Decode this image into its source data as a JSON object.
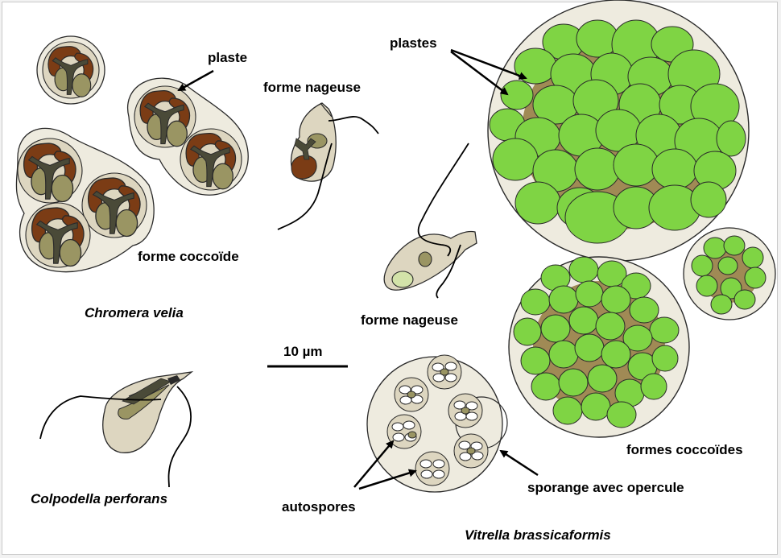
{
  "labels": {
    "plaste": "plaste",
    "forme_nageuse_1": "forme nageuse",
    "forme_coccoide": "forme coccoïde",
    "chromera": "Chromera velia",
    "plastes": "plastes",
    "forme_nageuse_2": "forme nageuse",
    "scale": "10 µm",
    "colpodella": "Colpodella perforans",
    "autospores": "autospores",
    "sporange": "sporange avec opercule",
    "formes_coccoides": "formes coccoïdes",
    "vitrella": "Vitrella brassicaformis"
  },
  "colors": {
    "cell_wall": "#eeebdf",
    "cell_body": "#ddd6c0",
    "brown_plastid": "#7b3c15",
    "olive_nucleus": "#9a9563",
    "dark_y": "#4a4a38",
    "green_plastid": "#7fd444",
    "outline": "#2a2a2a"
  }
}
